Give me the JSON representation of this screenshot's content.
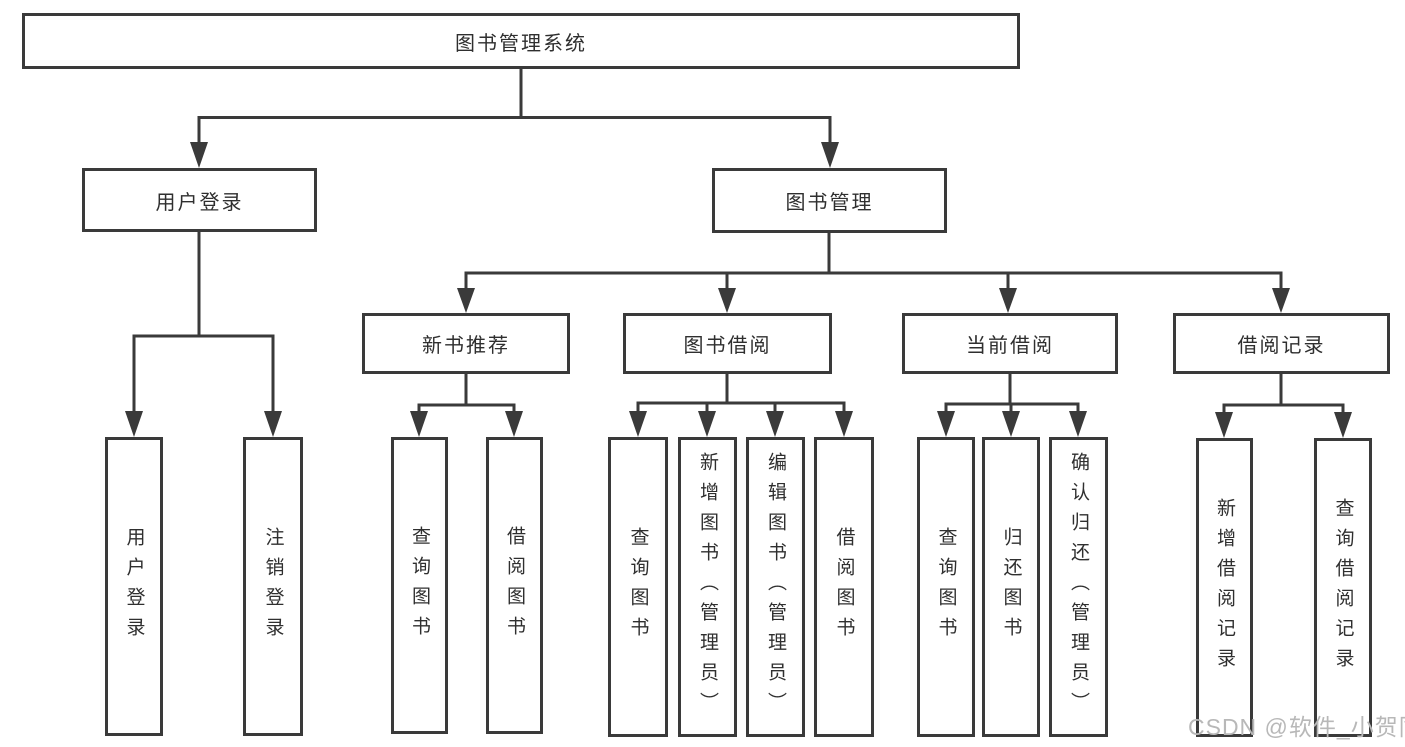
{
  "tree": {
    "label": "图书管理系统",
    "children": [
      {
        "label": "用户登录",
        "children": [
          {
            "label": "用户登录"
          },
          {
            "label": "注销登录"
          }
        ]
      },
      {
        "label": "图书管理",
        "children": [
          {
            "label": "新书推荐",
            "children": [
              {
                "label": "查询图书"
              },
              {
                "label": "借阅图书"
              }
            ]
          },
          {
            "label": "图书借阅",
            "children": [
              {
                "label": "查询图书"
              },
              {
                "label": "新增图书（管理员）"
              },
              {
                "label": "编辑图书（管理员）"
              },
              {
                "label": "借阅图书"
              }
            ]
          },
          {
            "label": "当前借阅",
            "children": [
              {
                "label": "查询图书"
              },
              {
                "label": "归还图书"
              },
              {
                "label": "确认归还（管理员）"
              }
            ]
          },
          {
            "label": "借阅记录",
            "children": [
              {
                "label": "新增借阅记录"
              },
              {
                "label": "查询借阅记录"
              }
            ]
          }
        ]
      }
    ]
  },
  "watermark": {
    "text": "CSDN @软件_小贺同学"
  },
  "colors": {
    "line": "#3a3a3a",
    "node_border": "#3a3a3a",
    "node_text": "#2f2f2f",
    "watermark_text": "#b8b8b8",
    "background": "#ffffff"
  }
}
